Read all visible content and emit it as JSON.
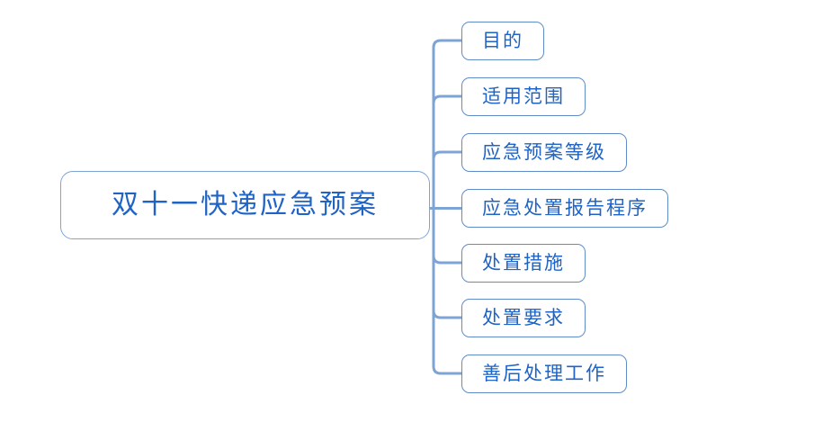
{
  "diagram": {
    "type": "mind-map",
    "orientation": "left-to-right",
    "background_color": "#ffffff",
    "node_border_color": "#5f8cc9",
    "root_border_color": "#7ea4d6",
    "text_color": "#1f63c4",
    "connector_color": "#7ea4d6",
    "root": {
      "label": "双十一快递应急预案"
    },
    "children": [
      {
        "label": "目的"
      },
      {
        "label": "适用范围"
      },
      {
        "label": "应急预案等级"
      },
      {
        "label": "应急处置报告程序"
      },
      {
        "label": "处置措施"
      },
      {
        "label": "处置要求"
      },
      {
        "label": "善后处理工作"
      }
    ]
  }
}
